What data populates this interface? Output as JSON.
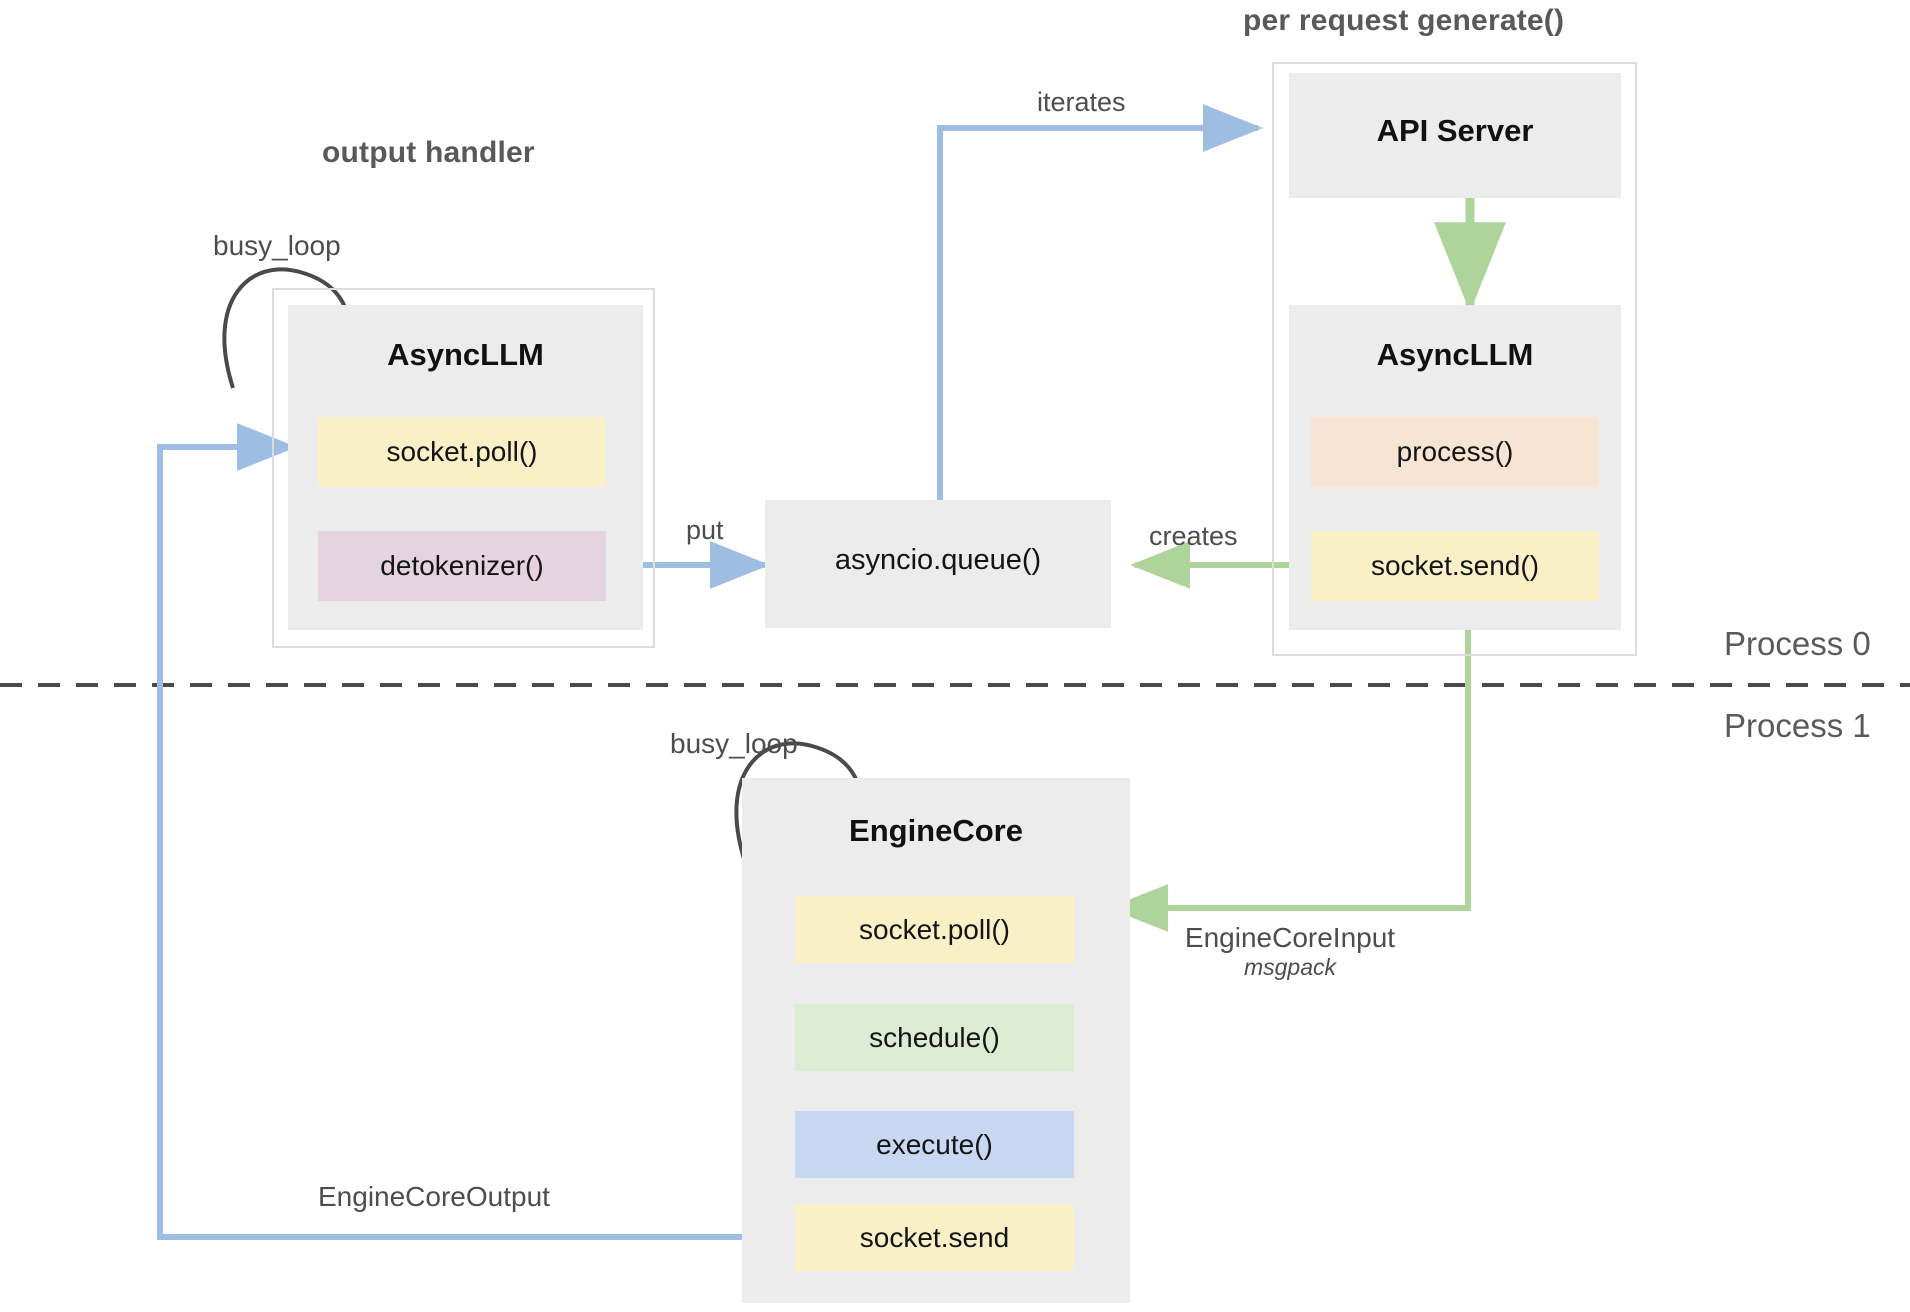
{
  "diagram": {
    "title_output_handler": "output handler",
    "title_per_request": "per request generate()",
    "process_top": "Process 0",
    "process_bottom": "Process 1",
    "colors": {
      "arrow_blue": "#9DBDE3",
      "arrow_green": "#AFD49B",
      "arrow_dark": "#4A4A4A",
      "box_gray": "#ECECEC",
      "outline": "#DCDCDC",
      "yellow": "#FAF0C8",
      "pink": "#E6D3E0",
      "peach": "#F8E4D2",
      "green": "#DCEBD4",
      "blue": "#C8D7F2",
      "text_dark": "#141414",
      "text_muted": "#4D4D4D"
    },
    "left_group": {
      "label": "output handler",
      "loop_label": "busy_loop",
      "component": "AsyncLLM",
      "items": [
        {
          "label": "socket.poll()",
          "color": "yellow"
        },
        {
          "label": "detokenizer()",
          "color": "pink"
        }
      ]
    },
    "queue": {
      "label": "asyncio.queue()"
    },
    "right_group": {
      "label": "per request generate()",
      "api_server": "API Server",
      "component": "AsyncLLM",
      "items": [
        {
          "label": "process()",
          "color": "peach"
        },
        {
          "label": "socket.send()",
          "color": "yellow"
        }
      ]
    },
    "engine_core": {
      "loop_label": "busy_loop",
      "component": "EngineCore",
      "items": [
        {
          "label": "socket.poll()",
          "color": "yellow"
        },
        {
          "label": "schedule()",
          "color": "green"
        },
        {
          "label": "execute()",
          "color": "blue"
        },
        {
          "label": "socket.send",
          "color": "yellow"
        }
      ]
    },
    "edges": [
      {
        "name": "iterates",
        "label": "iterates",
        "color": "blue"
      },
      {
        "name": "put",
        "label": "put",
        "color": "blue"
      },
      {
        "name": "creates",
        "label": "creates",
        "color": "green"
      },
      {
        "name": "engine-core-input",
        "label": "EngineCoreInput",
        "sublabel": "msgpack",
        "color": "green"
      },
      {
        "name": "engine-core-output",
        "label": "EngineCoreOutput",
        "color": "blue"
      }
    ]
  }
}
